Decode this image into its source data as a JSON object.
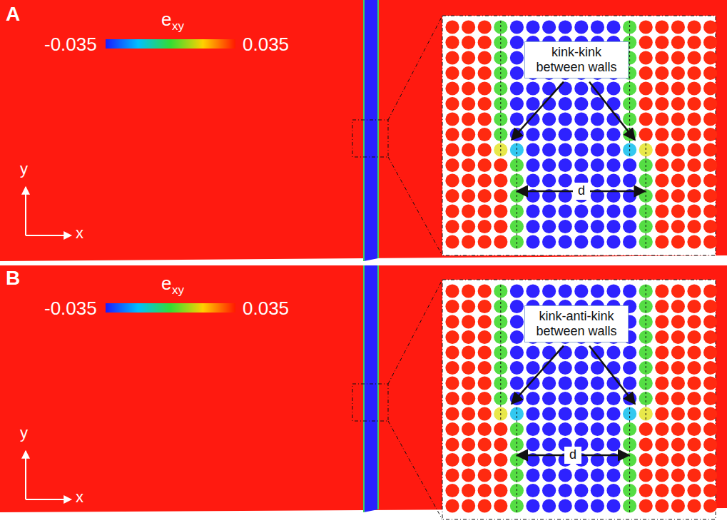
{
  "diagram": {
    "nodes": [
      {
        "text": [
          "kink-kink between walls"
        ]
      },
      {
        "text": [
          "d"
        ]
      },
      {
        "text": [
          "kink-anti-kink between walls"
        ]
      },
      {
        "text": [
          "d"
        ]
      }
    ],
    "labels": [
      "A",
      "-0.035",
      "e",
      "xy",
      "0.035",
      "y",
      "x",
      "B",
      "-0.035",
      "e",
      "xy",
      "0.035",
      "y",
      "x"
    ]
  }
}
